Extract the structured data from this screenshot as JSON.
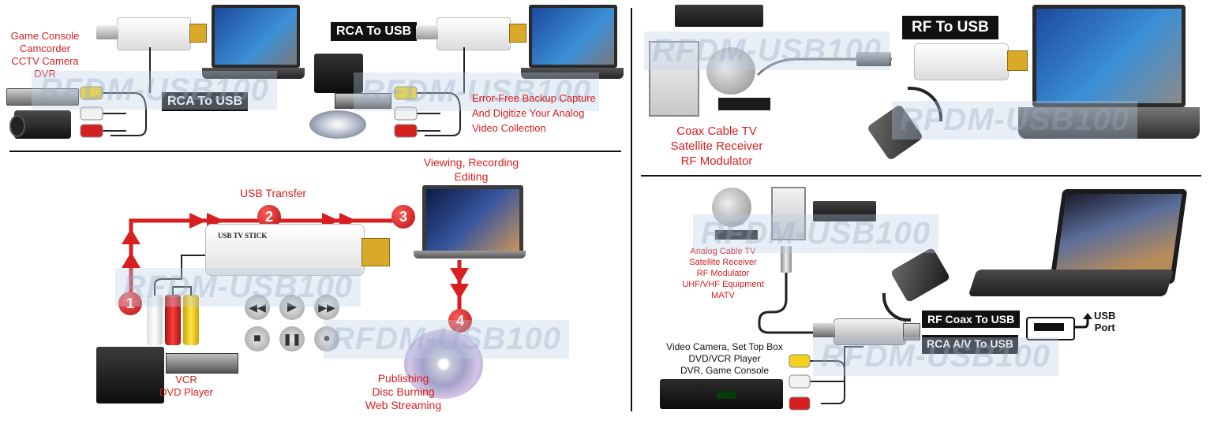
{
  "panels": {
    "top_left": {
      "sources": [
        "Game Console",
        "Camcorder",
        "CCTV Camera",
        "DVR"
      ],
      "tag_left": "RCA To USB",
      "tag_right": "RCA To USB",
      "backup_text": [
        "Error-Free Backup Capture",
        "And Digitize Your Analog",
        "Video Collection"
      ],
      "watermark": "RFDM-USB100"
    },
    "top_right": {
      "tag": "RF To USB",
      "sources": [
        "Coax Cable TV",
        "Satellite Receiver",
        "RF Modulator"
      ],
      "watermark": "RFDM-USB100"
    },
    "bottom_left": {
      "usb_transfer": "USB Transfer",
      "viewing": [
        "Viewing, Recording",
        "Editing"
      ],
      "source": [
        "VCR",
        "DVD Player"
      ],
      "publishing": [
        "Publishing",
        "Disc Burning",
        "Web Streaming"
      ],
      "steps": [
        "1",
        "2",
        "3",
        "4"
      ],
      "stick_brand": "USB TV STICK",
      "watermark": "RFDM-USB100"
    },
    "bottom_right": {
      "rf_sources": [
        "Analog Cable TV",
        "Satellite Receiver",
        "RF Modulator",
        "UHF/VHF Equipment",
        "MATV"
      ],
      "av_sources": [
        "Video Camera, Set Top Box",
        "DVD/VCR Player",
        "DVR, Game Console"
      ],
      "tag_rf": "RF Coax To USB",
      "tag_av": "RCA A/V To USB",
      "usb_port": [
        "USB",
        "Port"
      ],
      "watermark": "RFDM-USB100"
    }
  },
  "colors": {
    "accent_red": "#d81e1e",
    "tag_bg": "#111111"
  }
}
